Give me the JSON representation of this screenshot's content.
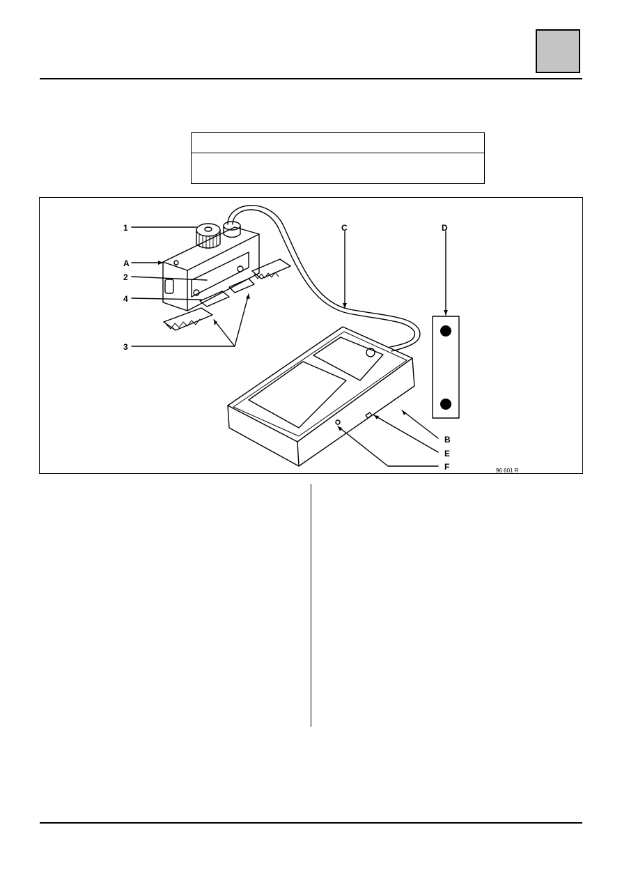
{
  "figure": {
    "labels": {
      "one": "1",
      "two": "2",
      "three": "3",
      "four": "4",
      "a": "A",
      "b": "B",
      "c": "C",
      "d": "D",
      "e": "E",
      "f": "F"
    },
    "reference": "96 601 R"
  }
}
